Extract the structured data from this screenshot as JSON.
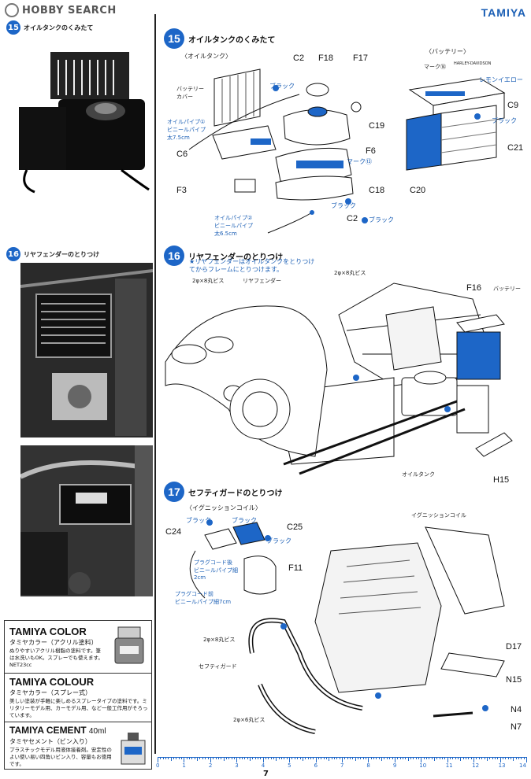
{
  "header": {
    "watermark": "HOBBY SEARCH",
    "brand": "TAMIYA"
  },
  "steps": {
    "s15": {
      "number": "15",
      "title": "オイルタンクのくみたて",
      "subtitle_left": "オイルタンクのくみたて",
      "sub_oil": "〈オイルタンク〉",
      "sub_battery": "〈バッテリー〉",
      "labels": {
        "battery_cover": "バッテリー\nカバー",
        "pipe1": "オイルパイプ①\nビニールパイプ\n太7.5cm",
        "pipe2": "オイルパイプ②\nビニールパイプ\n太6.5cm",
        "black1": "ブラック",
        "black2": "ブラック",
        "black3": "ブラック",
        "black4": "ブラック",
        "mark13": "マーク⑬",
        "mark14": "マーク⑭",
        "lemon": "レモンイエロー",
        "harley": "HARLEY-DAVIDSON"
      },
      "parts": [
        "C2",
        "F18",
        "F17",
        "C19",
        "F6",
        "C6",
        "F3",
        "C18",
        "C2",
        "C9",
        "C21",
        "C20"
      ]
    },
    "s16": {
      "number": "16",
      "title": "リヤフェンダーのとりつけ",
      "note": "★リヤフェンダーはオイルタンクをとりつけてからフレームにとりつけます。",
      "labels": {
        "screw1": "2φ×8丸ビス",
        "screw2": "2φ×8丸ビス",
        "fender": "リヤフェンダー",
        "battery": "バッテリー",
        "oiltank": "オイルタンク"
      },
      "parts": [
        "F16",
        "H15"
      ]
    },
    "s17": {
      "number": "17",
      "title": "セフティガードのとりつけ",
      "sub_ignition": "〈イグニッションコイル〉",
      "labels": {
        "black1": "ブラック",
        "black2": "ブラック",
        "black3": "ブラック",
        "plug_back": "プラグコード後\nビニールパイプ細\n2cm",
        "plug_front": "プラグコード前\nビニールパイプ細7cm",
        "ign_coil": "イグニッションコイル",
        "screw1": "2φ×8丸ビス",
        "guard": "セフティガード",
        "screw2": "2φ×6丸ビス"
      },
      "parts": [
        "C24",
        "C25",
        "F11",
        "D17",
        "N15",
        "N4",
        "N7"
      ]
    }
  },
  "ads": {
    "color_title": "TAMIYA COLOR",
    "color_sub": "タミヤカラー（アクリル塗料）",
    "color_text": "ぬりやすいアクリル樹脂の塗料です。筆は水洗いもOK。スプレーでも使えます。NET23cc",
    "colour_title": "TAMIYA COLOUR",
    "colour_sub": "タミヤカラー（スプレー式）",
    "colour_text": "美しい塗装が手軽に楽しめるスプレータイプの塗料です。ミリタリーモデル用、カーモデル用、など一般工作用がそろっています。",
    "cement_title": "TAMIYA CEMENT",
    "cement_vol": "40ml",
    "cement_sub": "タミヤセメント（ビン入り）",
    "cement_text": "プラスチックモデル用液体接着剤。安定性のよい使い易い四角いビン入り、容量もお徳用です。"
  },
  "ruler": {
    "ticks": [
      "0",
      "1",
      "2",
      "3",
      "4",
      "5",
      "6",
      "7",
      "8",
      "9",
      "10",
      "11",
      "12",
      "13",
      "14"
    ]
  },
  "page_number": "7"
}
